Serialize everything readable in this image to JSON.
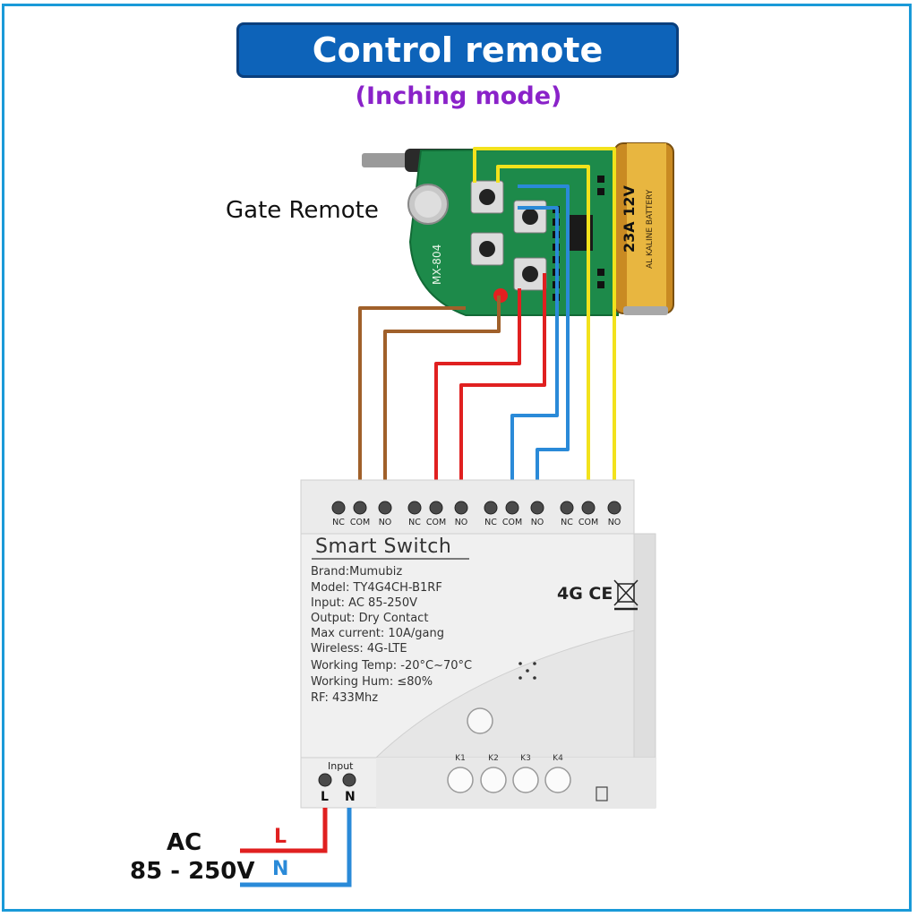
{
  "title": "Control remote control",
  "subtitle": "(Inching mode)",
  "remote": {
    "label": "Gate Remote",
    "board_model": "MX-804",
    "battery_label": "23A 12V",
    "battery_brand": "AL KALINE BATTERY"
  },
  "device": {
    "title": "Smart  Switch",
    "specs": [
      "Brand:Mumubiz",
      "Model:  TY4G4CH-B1RF",
      "Input:  AC 85-250V",
      "Output:  Dry Contact",
      "Max current:  10A/gang",
      "Wireless:  4G-LTE",
      "Working Temp:  -20°C~70°C",
      "Working Hum:  ≤80%",
      "RF:  433Mhz"
    ],
    "cert_text": "4G CE",
    "terminal_labels": [
      "NC",
      "COM",
      "NO",
      "NC",
      "COM",
      "NO",
      "NC",
      "COM",
      "NO",
      "NC",
      "COM",
      "NO"
    ],
    "keys": [
      "K1",
      "K2",
      "K3",
      "K4"
    ],
    "input_label": "Input",
    "input_terminals": [
      "L",
      "N"
    ]
  },
  "power": {
    "ac_label": "AC",
    "voltage_label": "85 - 250V",
    "line_label": "L",
    "neutral_label": "N"
  },
  "colors": {
    "frame": "#1a9ad8",
    "title_bg": "#0d63b9",
    "subtitle": "#8a22c9",
    "wire_brown": "#a0602a",
    "wire_red": "#e02020",
    "wire_blue": "#2a8ad8",
    "wire_yellow": "#f2e21c",
    "pcb_green": "#1d8a4a",
    "device_body": "#ececec"
  }
}
